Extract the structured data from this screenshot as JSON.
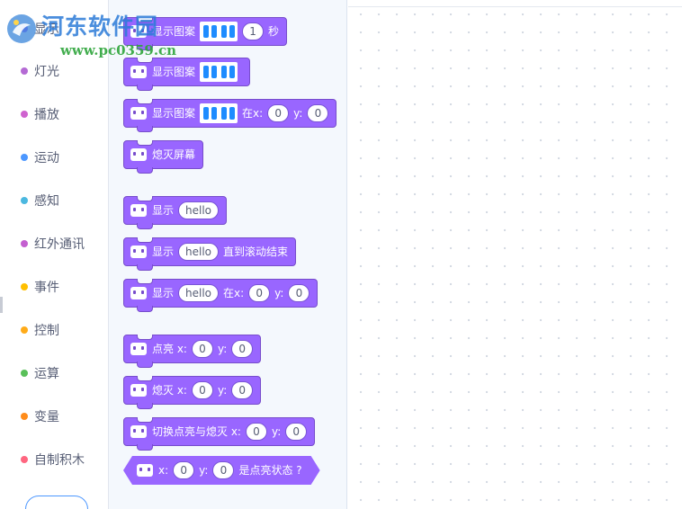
{
  "watermark": {
    "title": "河东软件园",
    "url": "www.pc0359.cn"
  },
  "categories": [
    {
      "label": "显示",
      "color": "#9966ff",
      "active": true
    },
    {
      "label": "灯光",
      "color": "#b46ad4"
    },
    {
      "label": "播放",
      "color": "#cf63cf"
    },
    {
      "label": "运动",
      "color": "#4c97ff"
    },
    {
      "label": "感知",
      "color": "#4bb8e0"
    },
    {
      "label": "红外通讯",
      "color": "#c45fd0"
    },
    {
      "label": "事件",
      "color": "#ffbf00"
    },
    {
      "label": "控制",
      "color": "#ffab19"
    },
    {
      "label": "运算",
      "color": "#59c059"
    },
    {
      "label": "变量",
      "color": "#ff8c1a"
    },
    {
      "label": "自制积木",
      "color": "#ff6680"
    }
  ],
  "blocks": {
    "b1": {
      "label": "显示图案",
      "value": "1",
      "unit": "秒"
    },
    "b2": {
      "label": "显示图案"
    },
    "b3": {
      "label": "显示图案",
      "at_x": "在x:",
      "x": "0",
      "y_label": "y:",
      "y": "0"
    },
    "b4": {
      "label": "熄灭屏幕"
    },
    "b5": {
      "label": "显示",
      "text": "hello"
    },
    "b6": {
      "label": "显示",
      "text": "hello",
      "suffix": "直到滚动结束"
    },
    "b7": {
      "label": "显示",
      "text": "hello",
      "at_x": "在x:",
      "x": "0",
      "y_label": "y:",
      "y": "0"
    },
    "b8": {
      "label": "点亮 x:",
      "x": "0",
      "y_label": "y:",
      "y": "0"
    },
    "b9": {
      "label": "熄灭 x:",
      "x": "0",
      "y_label": "y:",
      "y": "0"
    },
    "b10": {
      "label": "切换点亮与熄灭 x:",
      "x": "0",
      "y_label": "y:",
      "y": "0"
    },
    "b11": {
      "x_label": "x:",
      "x": "0",
      "y_label": "y:",
      "y": "0",
      "suffix": "是点亮状态 ?"
    }
  },
  "colors": {
    "block": "#9966ff",
    "block_border": "#774dcb",
    "pattern_on": "#1e8cff"
  }
}
